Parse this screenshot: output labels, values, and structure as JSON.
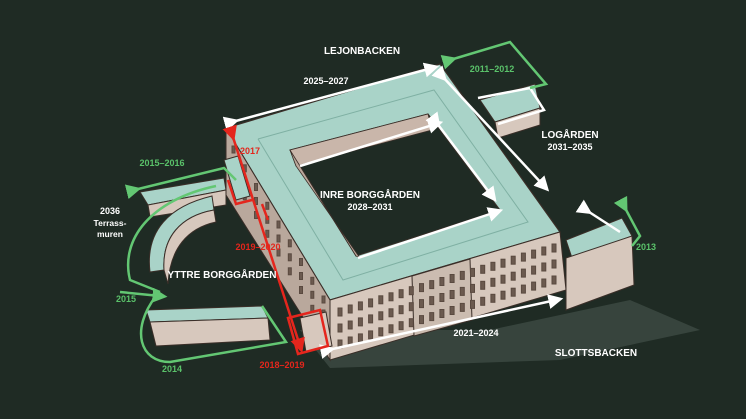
{
  "colors": {
    "background": "#1f2b24",
    "roof": "#a9d3c8",
    "wall": "#d7c8bd",
    "wall_dark": "#b9a89c",
    "outline": "#3a2e28",
    "green_line": "#63c773",
    "red_line": "#e5261d",
    "white_line": "#ffffff",
    "label_white": "#ffffff",
    "label_green": "#5ac26a",
    "label_red": "#e3261c"
  },
  "areas": {
    "lejonbacken": "LEJONBACKEN",
    "logarden": "LOGÅRDEN",
    "logarden_years": "2031–2035",
    "inre_borggarden": "INRE BORGGÅRDEN",
    "inre_years": "2028–2031",
    "yttre_borggarden": "YTTRE BORGGÅRDEN",
    "slottsbacken": "SLOTTSBACKEN",
    "terrassmuren_year": "2036",
    "terrassmuren_line1": "Terrass-",
    "terrassmuren_line2": "muren"
  },
  "phases": {
    "p2025_2027": "2025–2027",
    "p2011_2012": "2011–2012",
    "p2015_2016": "2015–2016",
    "p2017": "2017",
    "p2019_2020": "2019–2020",
    "p2015": "2015",
    "p2014": "2014",
    "p2018_2019": "2018–2019",
    "p2021_2024": "2021–2024",
    "p2013": "2013"
  }
}
